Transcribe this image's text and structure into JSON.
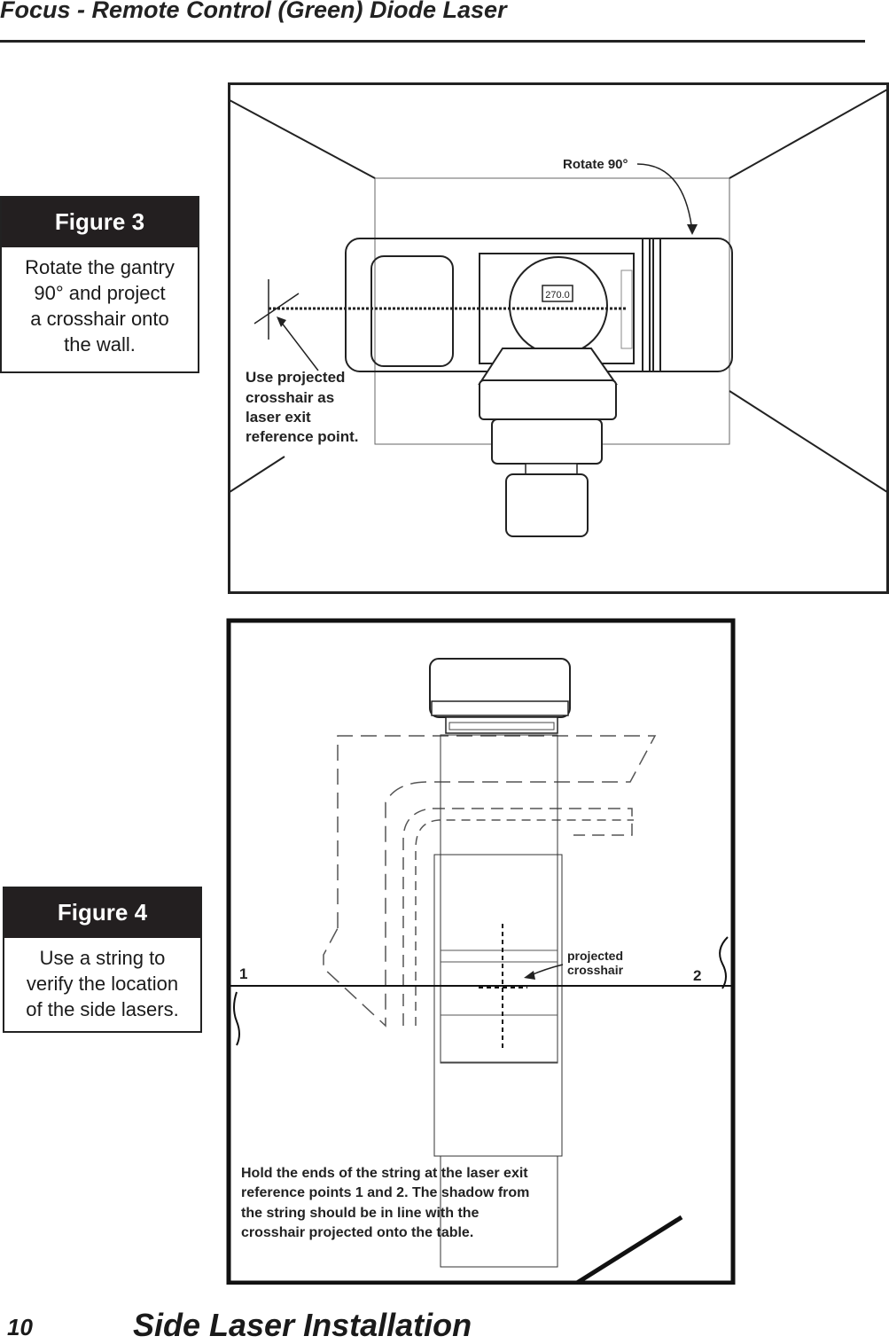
{
  "header": {
    "title": "Focus - Remote Control (Green) Diode Laser"
  },
  "figure3": {
    "heading": "Figure 3",
    "caption_lines": [
      "Rotate the gantry",
      "90° and project",
      "a crosshair onto",
      "the wall."
    ],
    "labels": {
      "rotate": "Rotate 90°",
      "display": "270.0",
      "reference_lines": [
        "Use projected",
        "crosshair as",
        "laser exit",
        "reference point."
      ]
    }
  },
  "figure4": {
    "heading": "Figure 4",
    "caption_lines": [
      "Use a string to",
      "verify the location",
      "of the side lasers."
    ],
    "labels": {
      "point1": "1",
      "point2": "2",
      "crosshair_lines": [
        "projected",
        "crosshair"
      ],
      "instruction_lines": [
        "Hold the ends of the string at the laser exit",
        "reference points 1 and 2.  The shadow from",
        "the string should be in line with the",
        "crosshair projected onto the table."
      ]
    }
  },
  "footer": {
    "page_number": "10",
    "section_title": "Side Laser Installation"
  }
}
